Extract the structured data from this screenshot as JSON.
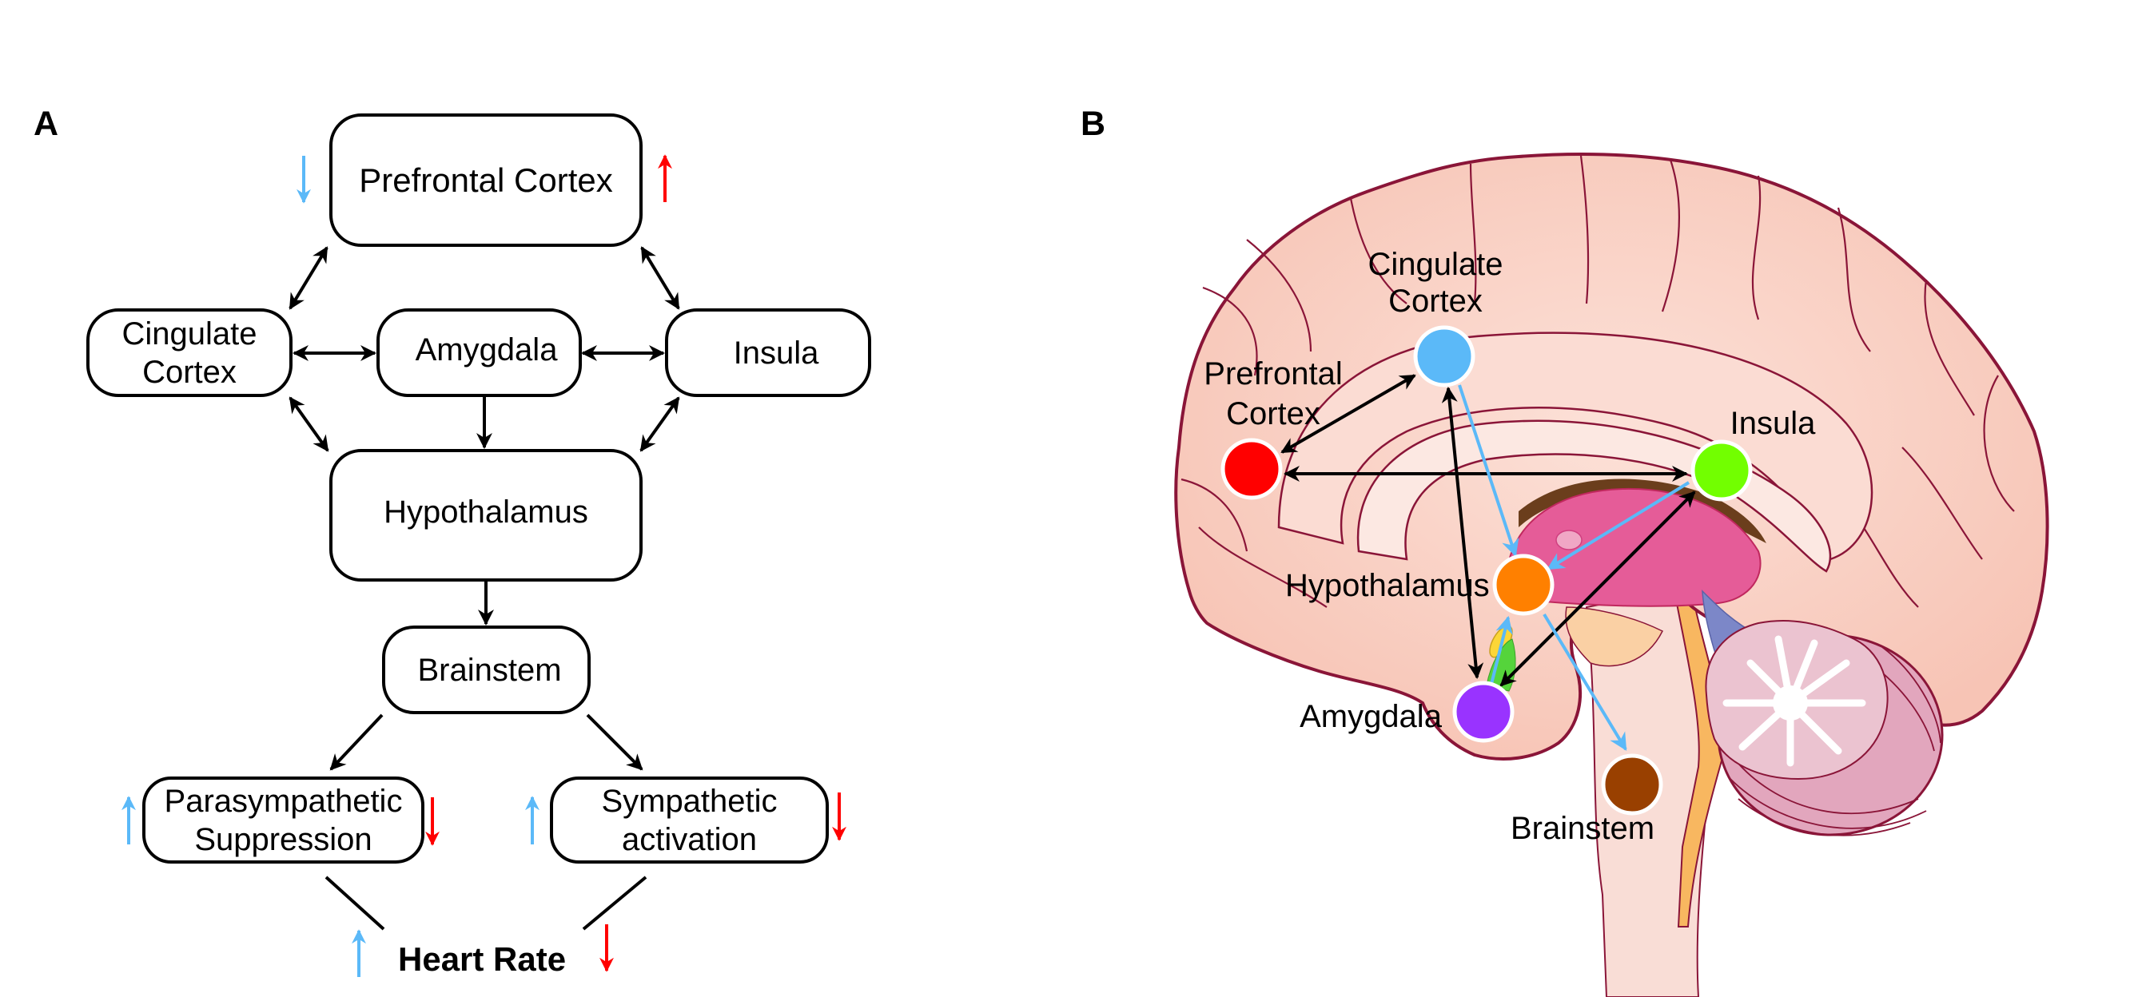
{
  "figure": {
    "panels": [
      {
        "id": "A",
        "label": "A"
      },
      {
        "id": "B",
        "label": "B"
      }
    ]
  },
  "panel_a": {
    "nodes": {
      "prefrontal": {
        "lines": [
          "Prefrontal Cortex"
        ]
      },
      "cingulate": {
        "lines": [
          "Cingulate",
          "Cortex"
        ]
      },
      "amygdala": {
        "lines": [
          "Amygdala"
        ]
      },
      "insula": {
        "lines": [
          "Insula"
        ]
      },
      "hypothalamus": {
        "lines": [
          "Hypothalamus"
        ]
      },
      "brainstem": {
        "lines": [
          "Brainstem"
        ]
      },
      "parasympathetic": {
        "lines": [
          "Parasympathetic",
          "Suppression"
        ]
      },
      "sympathetic": {
        "lines": [
          "Sympathetic",
          "activation"
        ]
      }
    },
    "heart_rate": "Heart Rate",
    "edges": [
      {
        "from": "prefrontal",
        "to": "cingulate",
        "type": "bidirectional"
      },
      {
        "from": "prefrontal",
        "to": "insula",
        "type": "bidirectional"
      },
      {
        "from": "cingulate",
        "to": "amygdala",
        "type": "bidirectional"
      },
      {
        "from": "amygdala",
        "to": "insula",
        "type": "bidirectional"
      },
      {
        "from": "cingulate",
        "to": "hypothalamus",
        "type": "bidirectional"
      },
      {
        "from": "insula",
        "to": "hypothalamus",
        "type": "bidirectional"
      },
      {
        "from": "amygdala",
        "to": "hypothalamus",
        "type": "directed"
      },
      {
        "from": "hypothalamus",
        "to": "brainstem",
        "type": "directed"
      },
      {
        "from": "brainstem",
        "to": "parasympathetic",
        "type": "directed"
      },
      {
        "from": "brainstem",
        "to": "sympathetic",
        "type": "directed"
      },
      {
        "from": "parasympathetic",
        "to": "heart_rate",
        "type": "line"
      },
      {
        "from": "sympathetic",
        "to": "heart_rate",
        "type": "line"
      }
    ],
    "indicators": [
      {
        "target": "prefrontal",
        "side": "left",
        "direction": "down",
        "color": "blue"
      },
      {
        "target": "prefrontal",
        "side": "right",
        "direction": "up",
        "color": "red"
      },
      {
        "target": "parasympathetic",
        "side": "left",
        "direction": "up",
        "color": "blue"
      },
      {
        "target": "parasympathetic",
        "side": "right",
        "direction": "down",
        "color": "red"
      },
      {
        "target": "sympathetic",
        "side": "left",
        "direction": "up",
        "color": "blue"
      },
      {
        "target": "sympathetic",
        "side": "right",
        "direction": "down",
        "color": "red"
      },
      {
        "target": "heart_rate",
        "side": "left",
        "direction": "up",
        "color": "blue"
      },
      {
        "target": "heart_rate",
        "side": "right",
        "direction": "down",
        "color": "red"
      }
    ]
  },
  "panel_b": {
    "regions": {
      "prefrontal": {
        "lines": [
          "Prefrontal",
          "Cortex"
        ],
        "color": "#FF0000"
      },
      "cingulate": {
        "lines": [
          "Cingulate",
          "Cortex"
        ],
        "color": "#5BB9F8"
      },
      "insula": {
        "lines": [
          "Insula"
        ],
        "color": "#72FF00"
      },
      "hypothalamus": {
        "lines": [
          "Hypothalamus"
        ],
        "color": "#FF8000"
      },
      "amygdala": {
        "lines": [
          "Amygdala"
        ],
        "color": "#9933FF"
      },
      "brainstem": {
        "lines": [
          "Brainstem"
        ],
        "color": "#994000"
      }
    },
    "connections": [
      {
        "from": "prefrontal",
        "to": "cingulate",
        "type": "bidirectional",
        "color": "black"
      },
      {
        "from": "prefrontal",
        "to": "insula",
        "type": "bidirectional",
        "color": "black"
      },
      {
        "from": "cingulate",
        "to": "amygdala",
        "type": "bidirectional",
        "color": "black"
      },
      {
        "from": "insula",
        "to": "amygdala",
        "type": "bidirectional",
        "color": "black"
      },
      {
        "from": "cingulate",
        "to": "hypothalamus",
        "type": "directed",
        "color": "blue"
      },
      {
        "from": "insula",
        "to": "hypothalamus",
        "type": "directed",
        "color": "blue"
      },
      {
        "from": "amygdala",
        "to": "hypothalamus",
        "type": "directed",
        "color": "blue"
      },
      {
        "from": "hypothalamus",
        "to": "brainstem",
        "type": "directed",
        "color": "blue"
      }
    ]
  },
  "colors": {
    "blue": "#5BB9F8",
    "red": "#FF0000",
    "black": "#000000",
    "brain_fill": "#F9D3C7",
    "brain_outline": "#8A1538"
  }
}
